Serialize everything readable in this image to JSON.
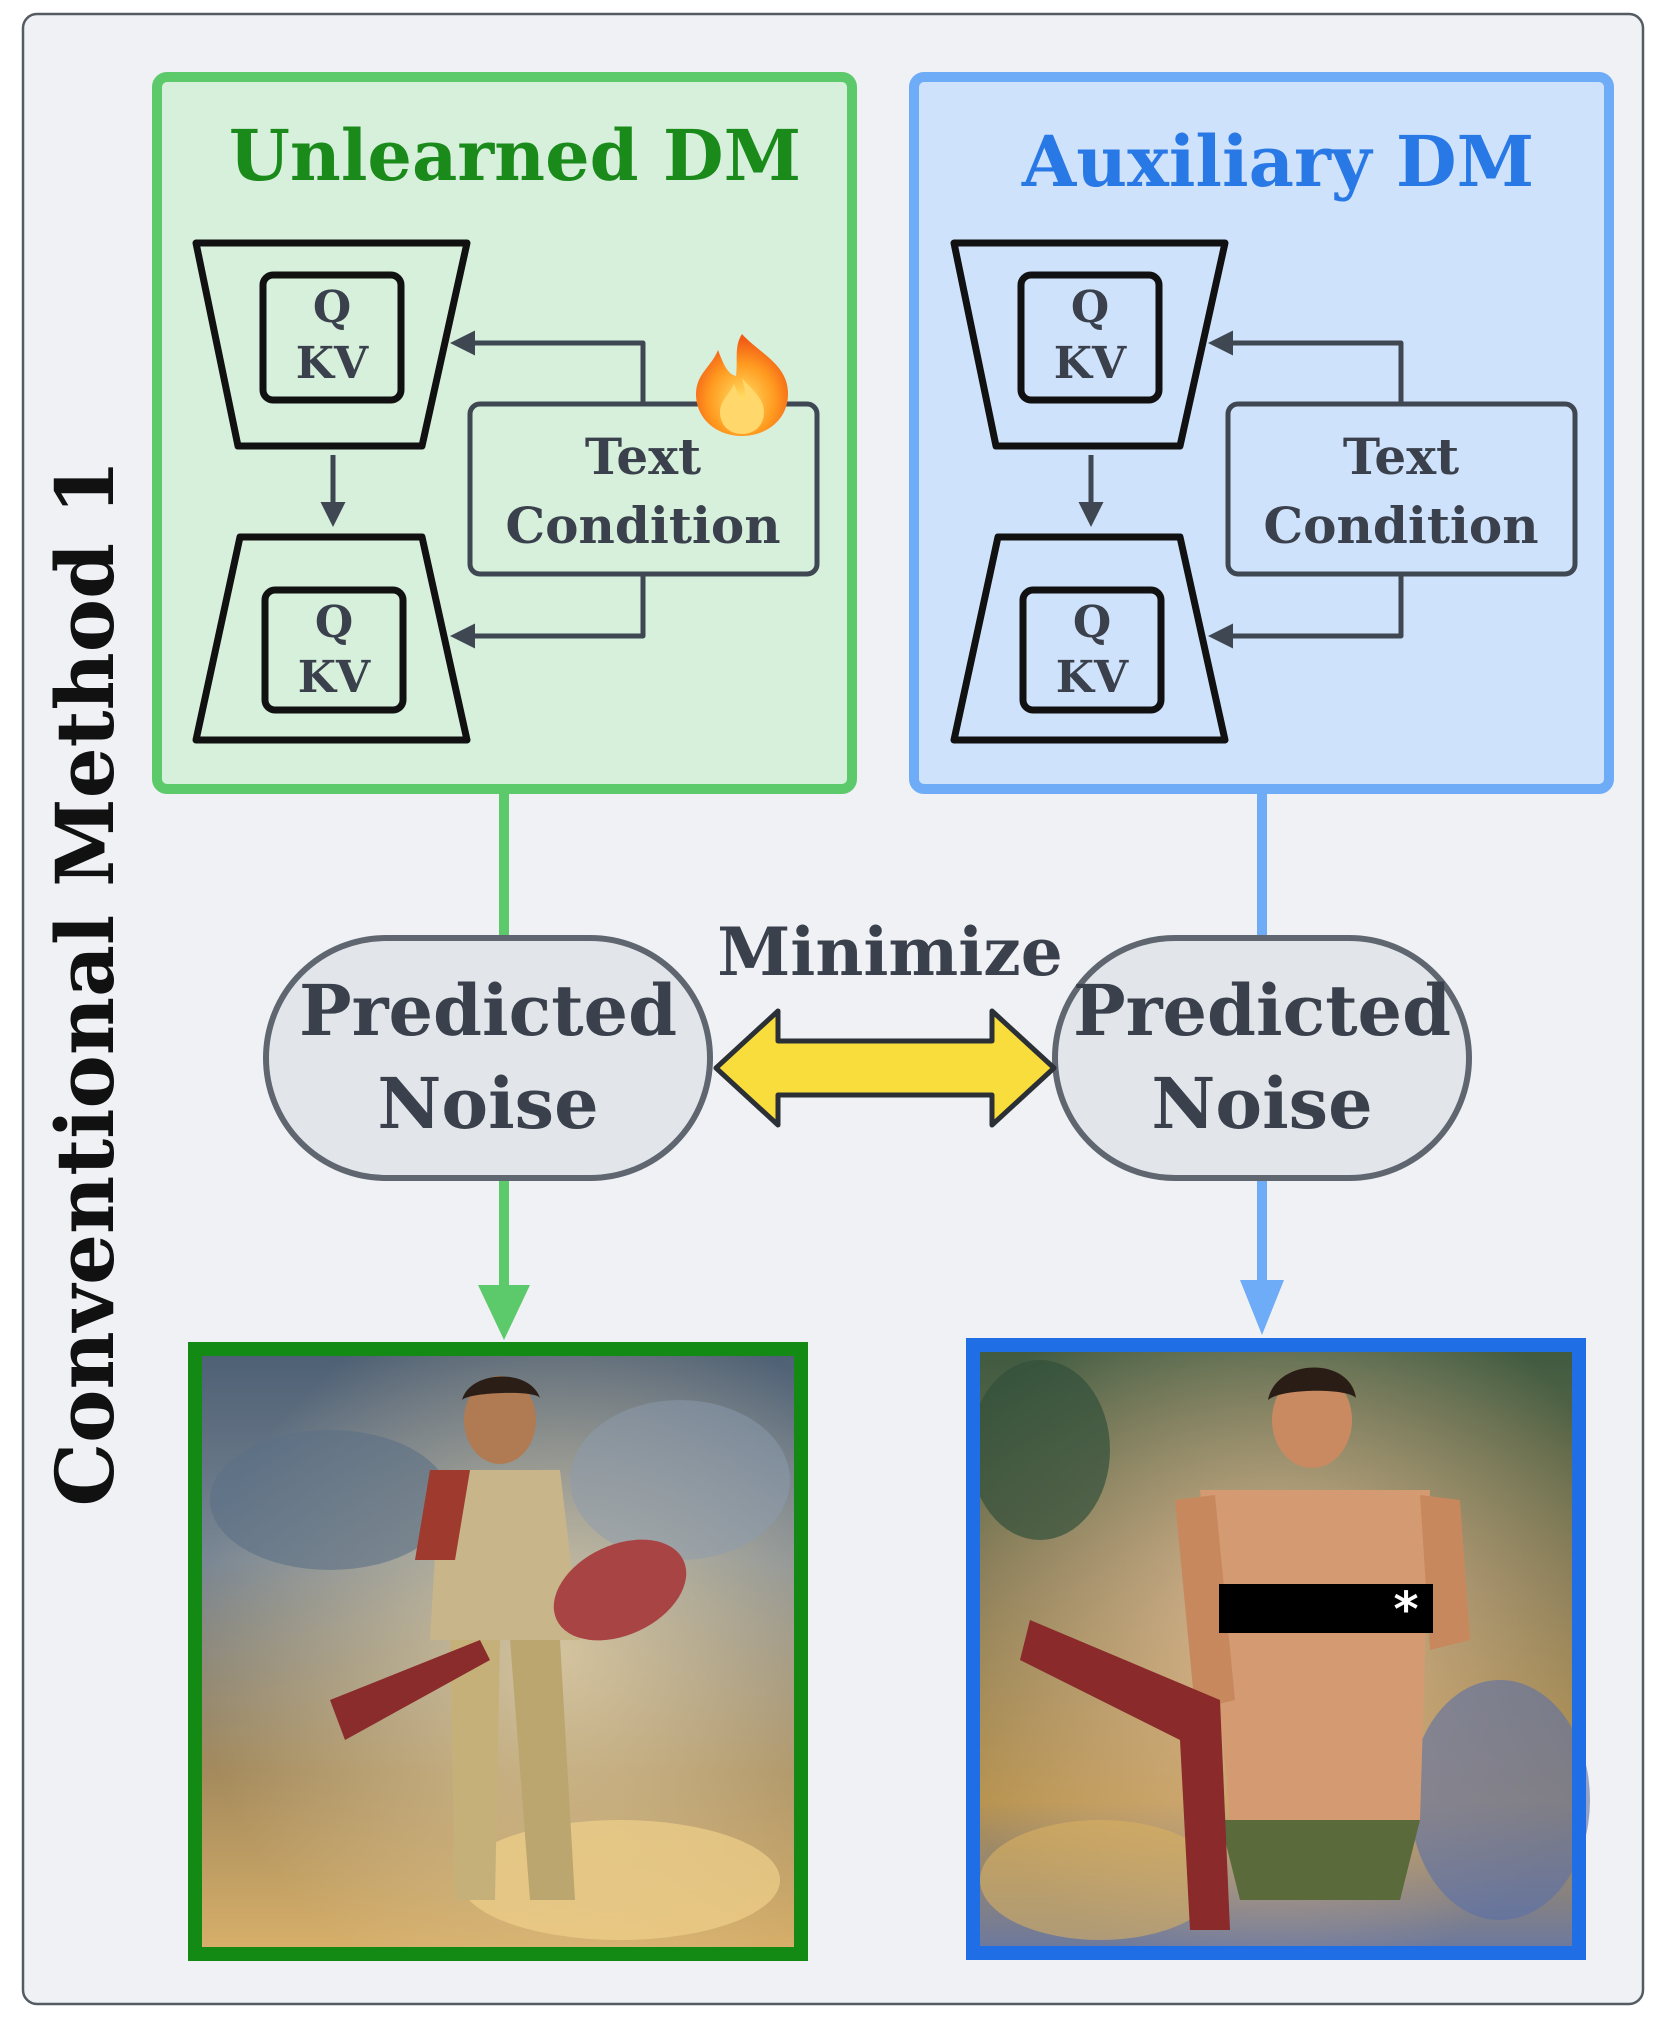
{
  "figure": {
    "side_title": "Conventional Method 1",
    "left_model": {
      "title": "Unlearned DM",
      "color": "#1a8a1a",
      "frame": "#5cc96a",
      "fill": "#d6f0dc"
    },
    "right_model": {
      "title": "Auxiliary DM",
      "color": "#2878e6",
      "frame": "#6eacf7",
      "fill": "#cfe2fb"
    },
    "attention": {
      "q": "Q",
      "kv": "KV"
    },
    "text_condition": {
      "line1": "Text",
      "line2": "Condition"
    },
    "trainable_icon": "fire-icon",
    "noise_box": {
      "line1": "Predicted",
      "line2": "Noise"
    },
    "objective": "Minimize",
    "arrow_color": "#f9dd3c",
    "left_image_frame": "#138a13",
    "right_image_frame": "#1f6ee6",
    "censor_mark": "*"
  }
}
